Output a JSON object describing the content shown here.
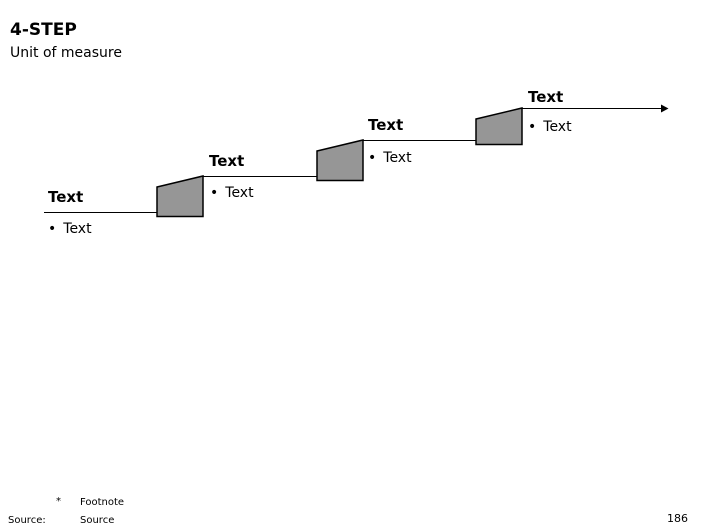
{
  "slide": {
    "title": "4-STEP",
    "subtitle": "Unit of measure"
  },
  "diagram": {
    "bullet_char": "•",
    "steps": [
      {
        "label": "Text",
        "bullet_text": "Text"
      },
      {
        "label": "Text",
        "bullet_text": "Text"
      },
      {
        "label": "Text",
        "bullet_text": "Text"
      },
      {
        "label": "Text",
        "bullet_text": "Text"
      }
    ],
    "colors": {
      "riser_fill": "#969696",
      "line": "#000000"
    }
  },
  "footer": {
    "footnote_marker": "*",
    "footnote_text": "Footnote",
    "source_label": "Source:",
    "source_text": "Source",
    "page_number": "186"
  }
}
